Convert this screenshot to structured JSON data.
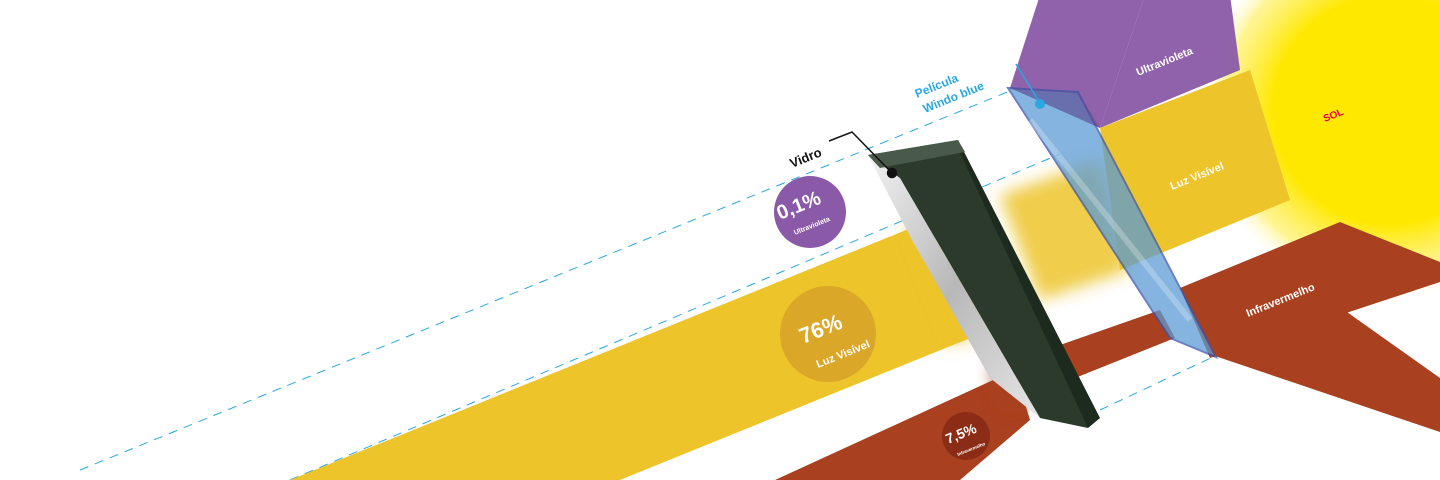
{
  "sun": {
    "label": "SOL"
  },
  "bands": {
    "uv": {
      "label": "Ultravioleta",
      "color": "#8a5aa8"
    },
    "visible": {
      "label": "Luz Visível",
      "color": "#edc42a"
    },
    "ir": {
      "label": "Infravermelho",
      "color": "#a9401f"
    }
  },
  "film": {
    "label_line1": "Película",
    "label_line2": "Windo blue",
    "color": "#5b9bd5"
  },
  "glass": {
    "label": "Vidro"
  },
  "transmission": {
    "uv": {
      "value": "0,1%",
      "label": "Ultravioleta",
      "color": "#8a5aa8"
    },
    "visible": {
      "value": "76%",
      "label": "Luz Visível",
      "color": "#dba728"
    },
    "ir": {
      "value": "7,5%",
      "label": "Infravermelho",
      "color": "#8b2d16"
    }
  },
  "guide_color": "#29a8e0"
}
